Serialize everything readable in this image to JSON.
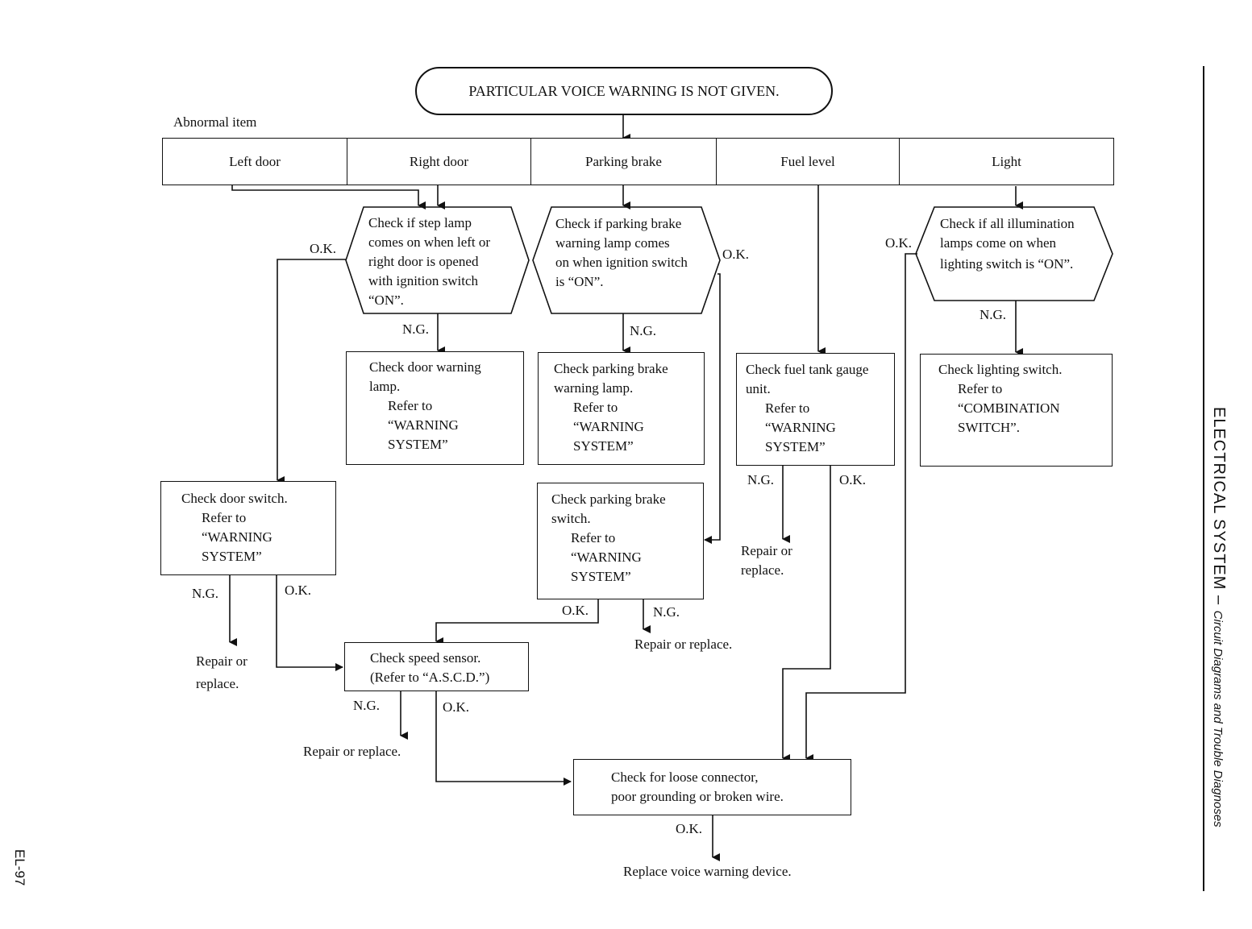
{
  "title": "PARTICULAR VOICE WARNING IS NOT GIVEN.",
  "abnormal_label": "Abnormal item",
  "items": [
    "Left door",
    "Right door",
    "Parking brake",
    "Fuel level",
    "Light"
  ],
  "labels": {
    "ok": "O.K.",
    "ng": "N.G."
  },
  "decisions": {
    "step_lamp": [
      "Check if step lamp",
      "comes on when left or",
      "right door is opened",
      "with ignition switch",
      "“ON”."
    ],
    "parking_lamp": [
      "Check if parking brake",
      "warning lamp comes",
      "on when ignition switch",
      "is “ON”."
    ],
    "illumination": [
      "Check if all illumination",
      "lamps come on when",
      "lighting  switch is “ON”."
    ]
  },
  "boxes": {
    "door_warning": [
      "Check door warning",
      "lamp."
    ],
    "parking_warning": [
      "Check parking brake",
      "warning lamp."
    ],
    "fuel_gauge": [
      "Check fuel tank gauge",
      "unit."
    ],
    "lighting_switch": [
      "Check lighting switch."
    ],
    "door_switch": [
      "Check door switch."
    ],
    "parking_switch": [
      "Check parking brake",
      "switch."
    ],
    "speed_sensor": [
      "Check speed sensor.",
      "(Refer to “A.S.C.D.”)"
    ],
    "connector": [
      "Check for loose connector,",
      "poor grounding or broken wire."
    ]
  },
  "refs": {
    "warning_system": [
      "Refer to",
      "“WARNING",
      "SYSTEM”"
    ],
    "combination_switch": [
      "Refer to",
      "“COMBINATION",
      "SWITCH”."
    ]
  },
  "outcomes": {
    "repair_two_line": [
      "Repair or",
      "replace."
    ],
    "repair_one_line": "Repair or replace.",
    "replace_device": "Replace voice warning device."
  },
  "sidebar": {
    "section": "ELECTRICAL SYSTEM",
    "dash": " – ",
    "subtitle": "Circuit Diagrams and Trouble Diagnoses"
  },
  "page_number": "EL-97"
}
